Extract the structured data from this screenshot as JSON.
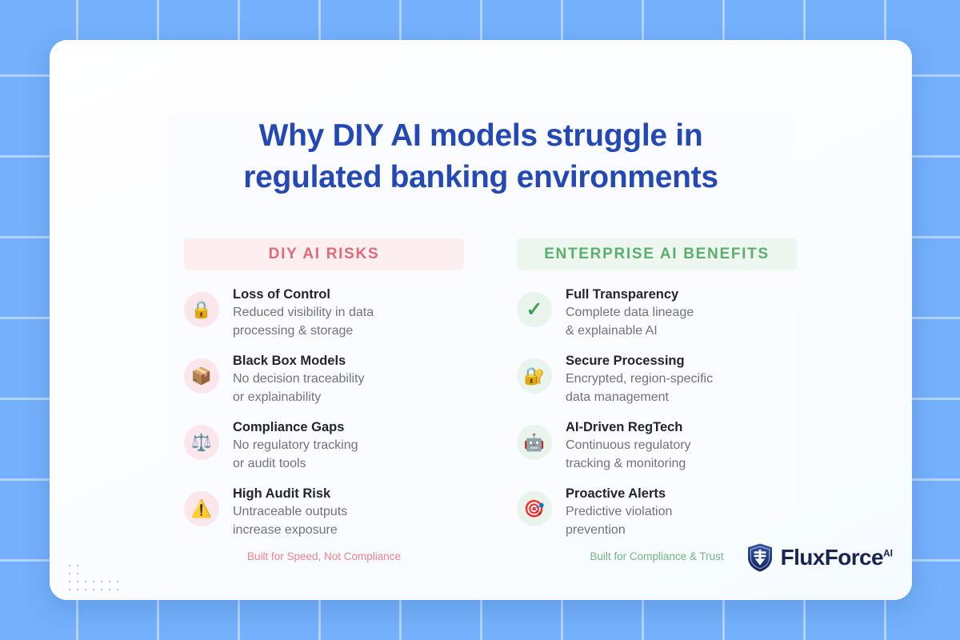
{
  "background": {
    "color": "#74b0fb",
    "grid_line_color": "#ffffff",
    "dots_decoration": "dot-grid-decoration"
  },
  "card": {
    "background": "#fdfdfd"
  },
  "title": {
    "line1": "Why DIY AI models struggle in",
    "line2": "regulated banking environments",
    "color": "#2449b5"
  },
  "columns": [
    {
      "key": "diy_ai_risks",
      "header": "DIY AI RISKS",
      "header_bg": "#fdeef0",
      "header_color": "#e2697a",
      "note": "Built for Speed, Not Compliance",
      "note_color": "#ef8090",
      "icon_bg": "#fbe7eb",
      "items": [
        {
          "icon": "lock-icon",
          "glyph": "🔒",
          "title": "Loss of Control",
          "desc_line1": "Reduced visibility in data",
          "desc_line2": "processing & storage"
        },
        {
          "icon": "package-box-icon",
          "glyph": "📦",
          "title": "Black Box Models",
          "desc_line1": "No decision traceability",
          "desc_line2": "or explainability"
        },
        {
          "icon": "balance-scale-icon",
          "glyph": "⚖️",
          "title": "Compliance Gaps",
          "desc_line1": "No regulatory tracking",
          "desc_line2": "or audit tools"
        },
        {
          "icon": "warning-triangle-icon",
          "glyph": "⚠️",
          "title": "High Audit Risk",
          "desc_line1": "Untraceable outputs",
          "desc_line2": "increase exposure"
        }
      ]
    },
    {
      "key": "enterprise_ai_benefits",
      "header": "ENTERPRISE AI BENEFITS",
      "header_bg": "#edf7ef",
      "header_color": "#5aaf6c",
      "note": "Built for Compliance & Trust",
      "note_color": "#73b682",
      "icon_bg": "#e9f4ec",
      "items": [
        {
          "icon": "checkmark-icon",
          "glyph": "✓",
          "title": "Full Transparency",
          "desc_line1": "Complete data lineage",
          "desc_line2": "& explainable AI"
        },
        {
          "icon": "locked-with-key-icon",
          "glyph": "🔐",
          "title": "Secure Processing",
          "desc_line1": "Encrypted, region-specific",
          "desc_line2": "data management"
        },
        {
          "icon": "robot-icon",
          "glyph": "🤖",
          "title": "AI-Driven RegTech",
          "desc_line1": "Continuous regulatory",
          "desc_line2": "tracking & monitoring"
        },
        {
          "icon": "target-dart-icon",
          "glyph": "🎯",
          "title": "Proactive Alerts",
          "desc_line1": "Predictive violation",
          "desc_line2": "prevention"
        }
      ]
    }
  ],
  "logo": {
    "icon": "shield-logo-icon",
    "name": "FluxForce",
    "superscript": "AI",
    "color": "#17254f",
    "shield_color": "#1f3f96"
  }
}
